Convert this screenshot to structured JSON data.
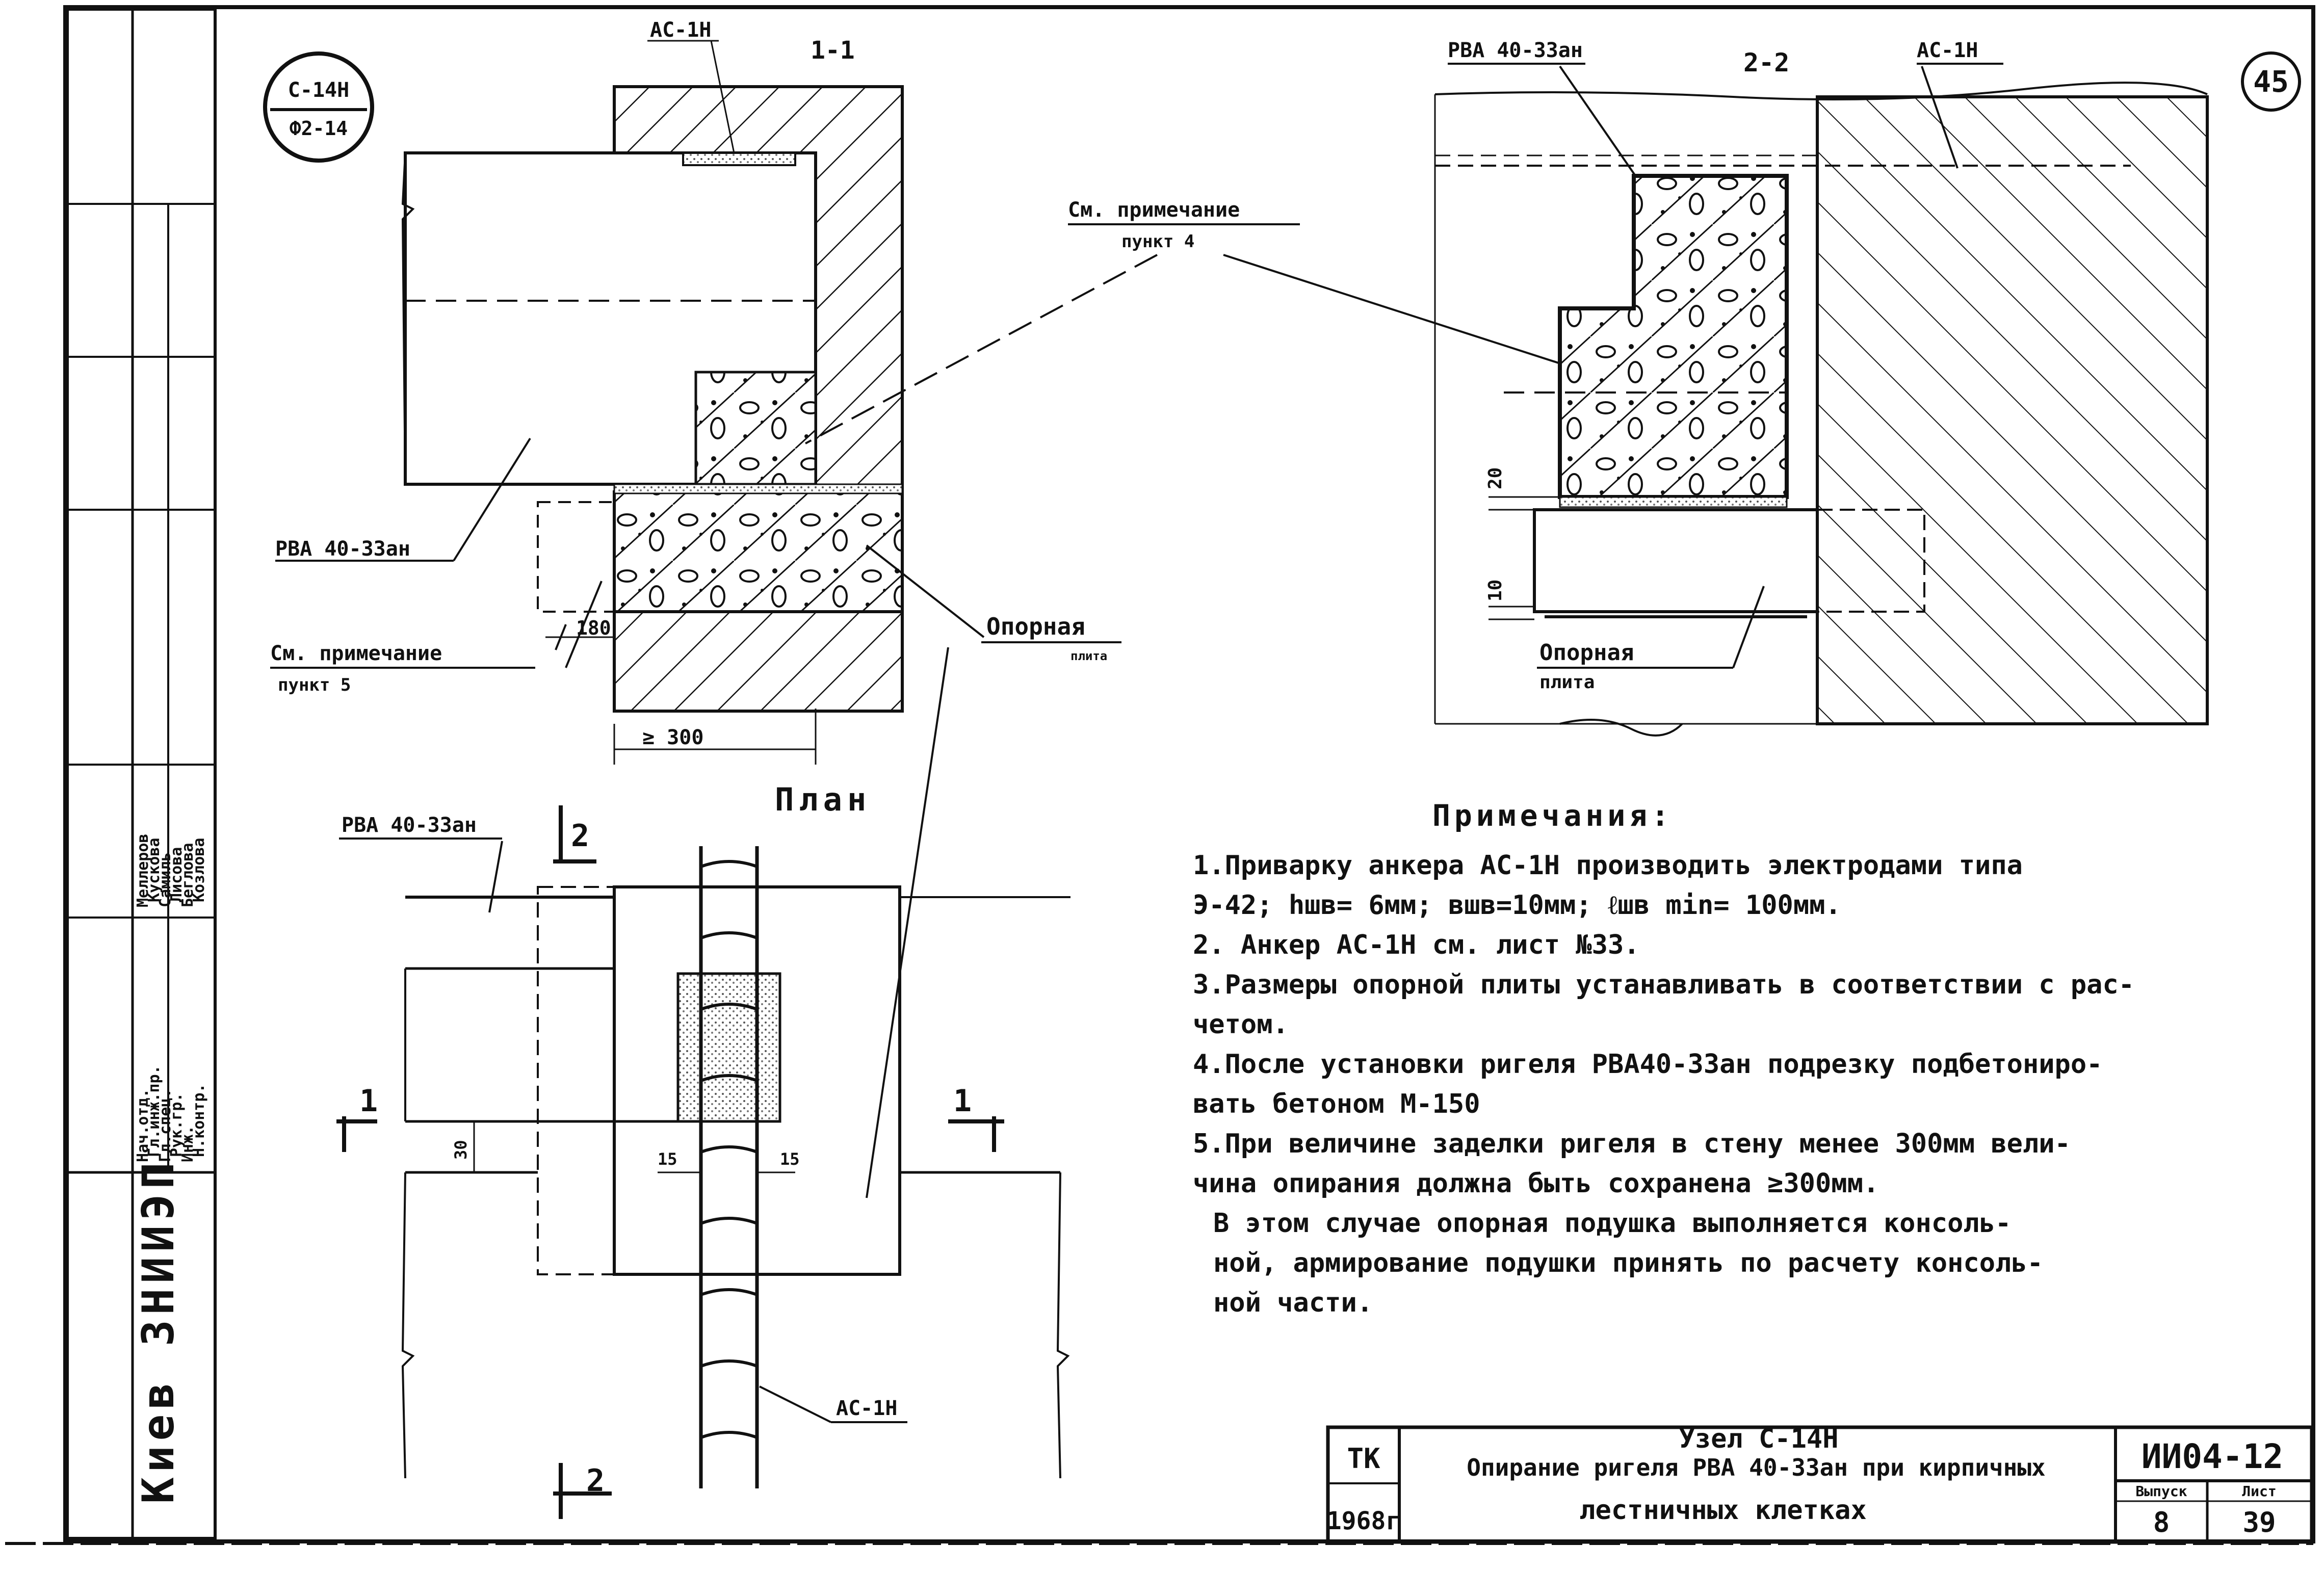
{
  "sheet": {
    "sheet_number": "45",
    "stamp": {
      "top": "С-14Н",
      "bottom": "Ф2-14"
    },
    "org": "Киев ЗНИИЭП"
  },
  "section_1_1": {
    "title": "1-1",
    "anchor_label": "АС-1Н",
    "beam_label": "РВА 40-33ан",
    "note_4_ref_line1": "См. примечание",
    "note_4_ref_line2": "пункт 4",
    "note_5_ref_line1": "См. примечание",
    "note_5_ref_line2": "пункт 5",
    "dim_180": "180",
    "dim_300": "≥ 300",
    "plate_label_line1": "Опорная",
    "plate_label_line2": "плита"
  },
  "section_2_2": {
    "title": "2-2",
    "beam_label": "РВА 40-33ан",
    "anchor_label": "АС-1Н",
    "dim_20": "20",
    "dim_10": "10",
    "plate_label_line1": "Опорная",
    "plate_label_line2": "плита"
  },
  "plan": {
    "title": "План",
    "beam_label": "РВА 40-33ан",
    "anchor_label": "АС-1Н",
    "cut_1_left": "1",
    "cut_1_right": "1",
    "cut_2_top": "2",
    "cut_2_bottom": "2",
    "dim_30": "30",
    "dim_15_left": "15",
    "dim_15_right": "15"
  },
  "notes": {
    "heading": "Примечания:",
    "lines": [
      "1.Приварку анкера АС-1Н производить электродами типа",
      "Э-42; hшв= 6мм; вшв=10мм; ℓшв min= 100мм.",
      "2. Анкер АС-1Н см. лист №33.",
      "3.Размеры опорной плиты устанавливать в соответствии с рас-",
      "четом.",
      "4.После установки ригеля РВА40-33ан подрезку подбетониро-",
      "вать бетоном М-150",
      "5.При величине заделки ригеля в стену менее 300мм вели-",
      "чина опирания должна быть сохранена ≥300мм.",
      "В этом случае опорная подушка выполняется консоль-",
      "ной, армирование подушки принять по расчету консоль-",
      "ной части."
    ]
  },
  "title_block": {
    "tk": "ТК",
    "year": "1968г",
    "title_line1": "Узел С-14Н",
    "title_line2": "Опирание ригеля РВА 40-33ан при кирпичных",
    "title_line3": "лестничных клетках",
    "code": "ИИ04-12",
    "issue_label": "Выпуск",
    "issue_value": "8",
    "sheet_label": "Лист",
    "sheet_value": "39"
  },
  "side_stamp": {
    "rows": [
      [
        "Нач.отд.",
        "Меллеров"
      ],
      [
        "Гл.инж.пр.",
        "Кускова"
      ],
      [
        "Гл.спец.",
        "Самиль"
      ],
      [
        "Рук.гр.",
        "Лисова"
      ],
      [
        "Инж.",
        "Беглова"
      ],
      [
        "Н.контр.",
        "Козлова"
      ]
    ]
  }
}
